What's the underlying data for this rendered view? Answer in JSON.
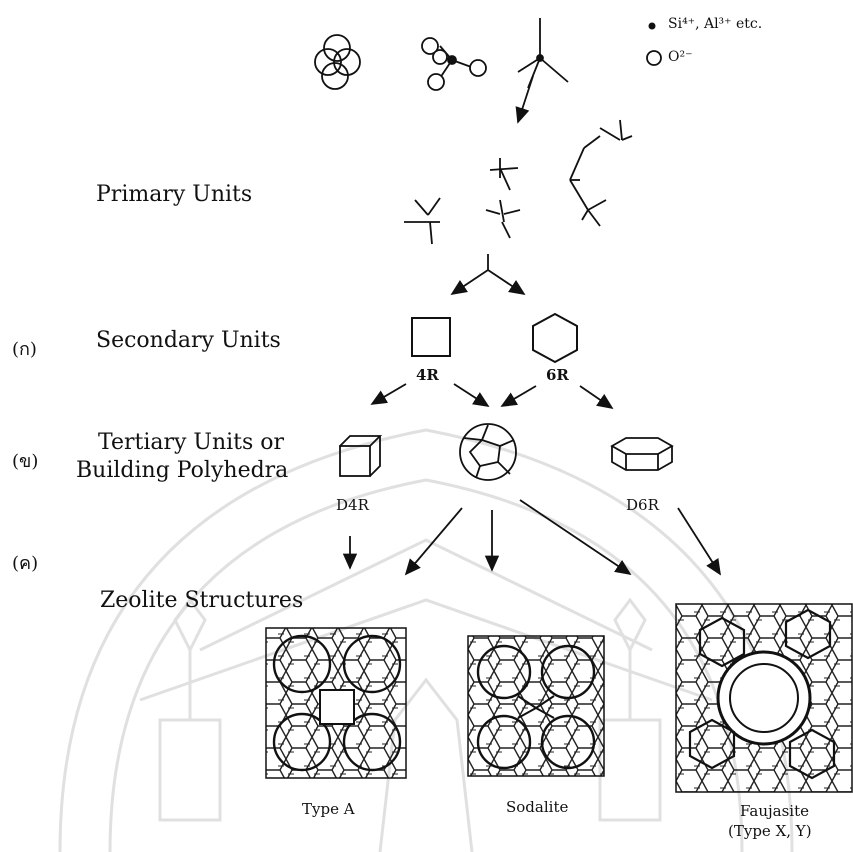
{
  "legend": {
    "cation_label": "Si⁴⁺, Al³⁺ etc.",
    "anion_label": "O²⁻"
  },
  "levels": {
    "primary": "Primary Units",
    "secondary_marker": "(ก)",
    "secondary": "Secondary Units",
    "tertiary_marker": "(ข)",
    "tertiary_line1": "Tertiary Units or",
    "tertiary_line2": "Building Polyhedra",
    "zeolite_marker": "(ค)",
    "zeolite": "Zeolite Structures"
  },
  "secondary_units": [
    "4R",
    "6R"
  ],
  "tertiary_units": [
    "D4R",
    "D6R"
  ],
  "structures": {
    "type_a": "Type A",
    "sodalite": "Sodalite",
    "faujasite_line1": "Faujasite",
    "faujasite_line2": "(Type X, Y)"
  },
  "watermark": {
    "description": "university seal watermark (faint)"
  }
}
